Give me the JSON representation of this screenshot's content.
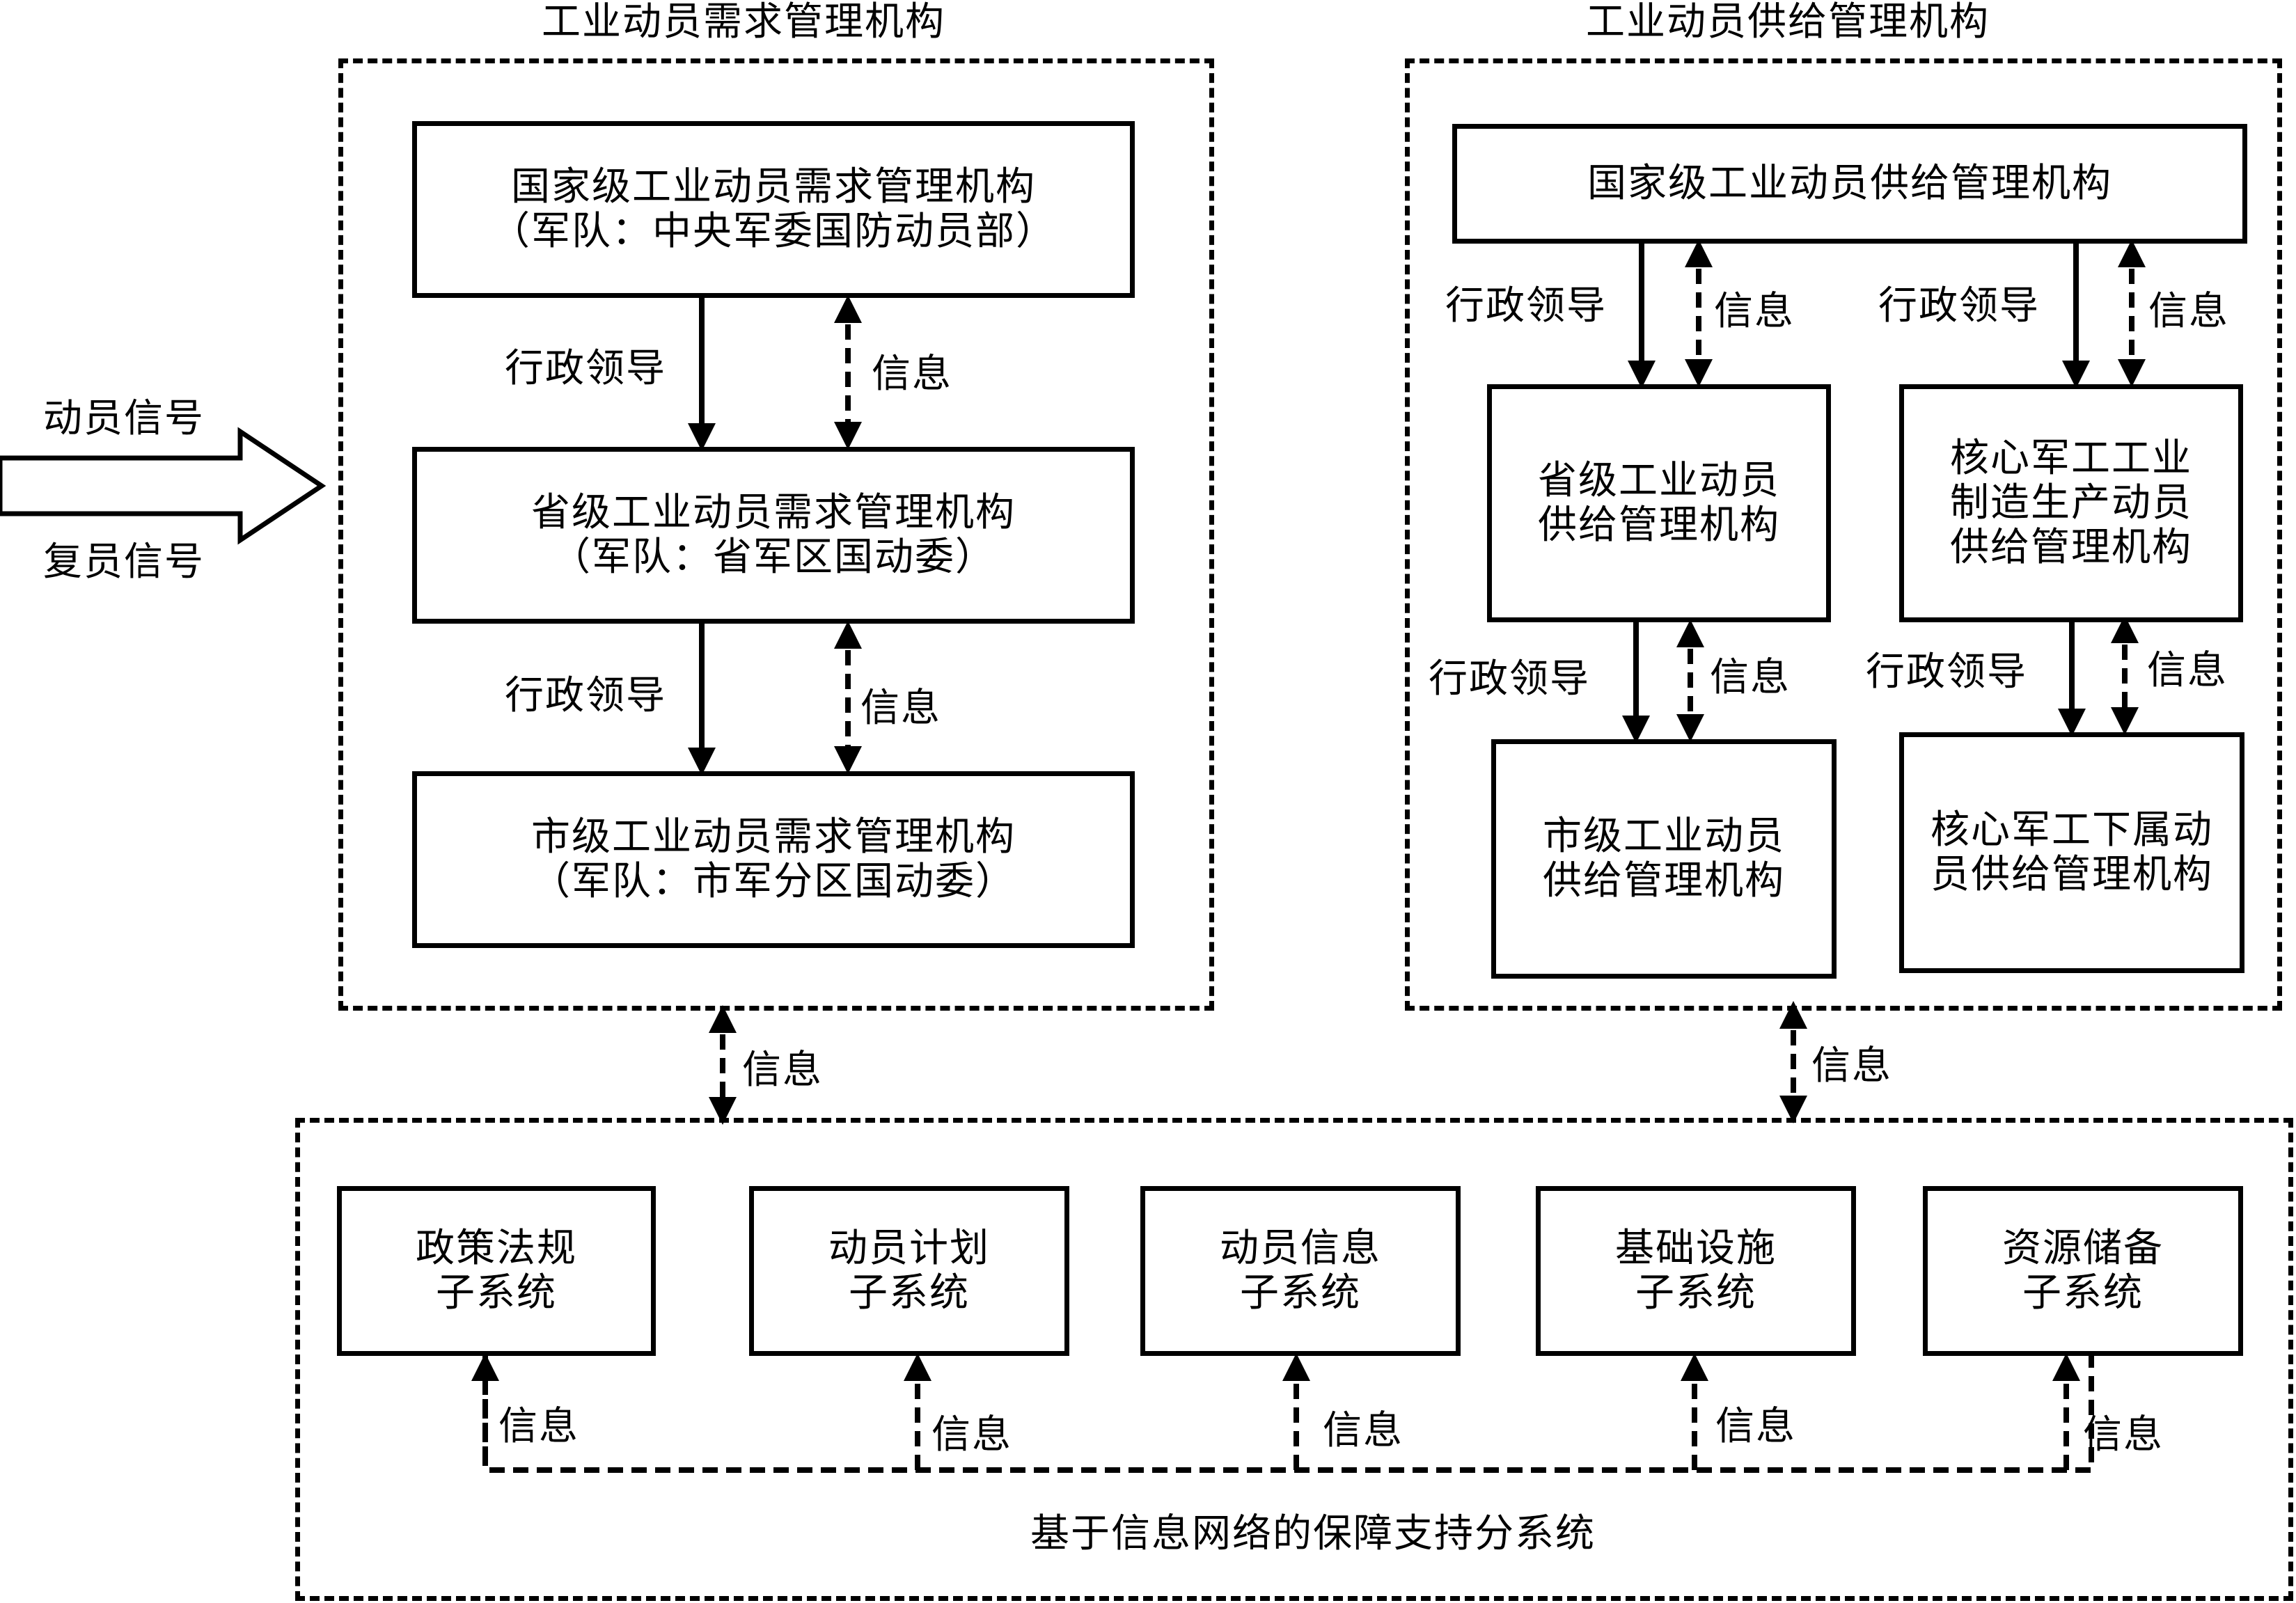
{
  "demand": {
    "title": "工业动员需求管理机构",
    "national": "国家级工业动员需求管理机构\n（军队：中央军委国防动员部）",
    "provincial": "省级工业动员需求管理机构\n（军队：省军区国动委）",
    "city": "市级工业动员需求管理机构\n（军队：市军分区国动委）"
  },
  "supply": {
    "title": "工业动员供给管理机构",
    "national": "国家级工业动员供给管理机构",
    "provincial": "省级工业动员\n供给管理机构",
    "core": "核心军工工业\n制造生产动员\n供给管理机构",
    "city": "市级工业动员\n供给管理机构",
    "core_sub": "核心军工下属动\n员供给管理机构"
  },
  "signals": {
    "mobilize": "动员信号",
    "demobilize": "复员信号"
  },
  "relations": {
    "admin": "行政领导",
    "info": "信息"
  },
  "support": {
    "title": "基于信息网络的保障支持分系统",
    "subsystems": [
      "政策法规\n子系统",
      "动员计划\n子系统",
      "动员信息\n子系统",
      "基础设施\n子系统",
      "资源储备\n子系统"
    ]
  }
}
